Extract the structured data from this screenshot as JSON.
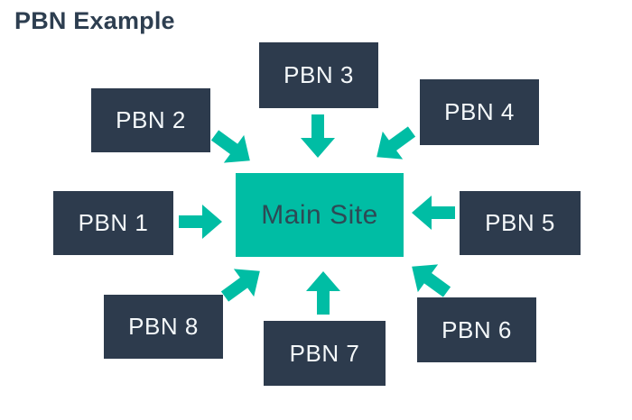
{
  "title": "PBN Example",
  "colors": {
    "accent_teal": "#00bda4",
    "box_navy": "#2d3b4d",
    "title_navy": "#2d3e50",
    "node_label_white": "#f4f8fa",
    "background": "#ffffff"
  },
  "diagram": {
    "center_node": {
      "label": "Main Site"
    },
    "pbn_nodes": [
      {
        "label": "PBN 1",
        "position": "middle-left",
        "arrow_direction": "right"
      },
      {
        "label": "PBN 2",
        "position": "upper-left",
        "arrow_direction": "down-right"
      },
      {
        "label": "PBN 3",
        "position": "top-center",
        "arrow_direction": "down"
      },
      {
        "label": "PBN 4",
        "position": "upper-right",
        "arrow_direction": "down-left"
      },
      {
        "label": "PBN 5",
        "position": "middle-right",
        "arrow_direction": "left"
      },
      {
        "label": "PBN 6",
        "position": "lower-right",
        "arrow_direction": "up-left"
      },
      {
        "label": "PBN 7",
        "position": "bottom-center",
        "arrow_direction": "up"
      },
      {
        "label": "PBN 8",
        "position": "lower-left",
        "arrow_direction": "up-right"
      }
    ]
  }
}
